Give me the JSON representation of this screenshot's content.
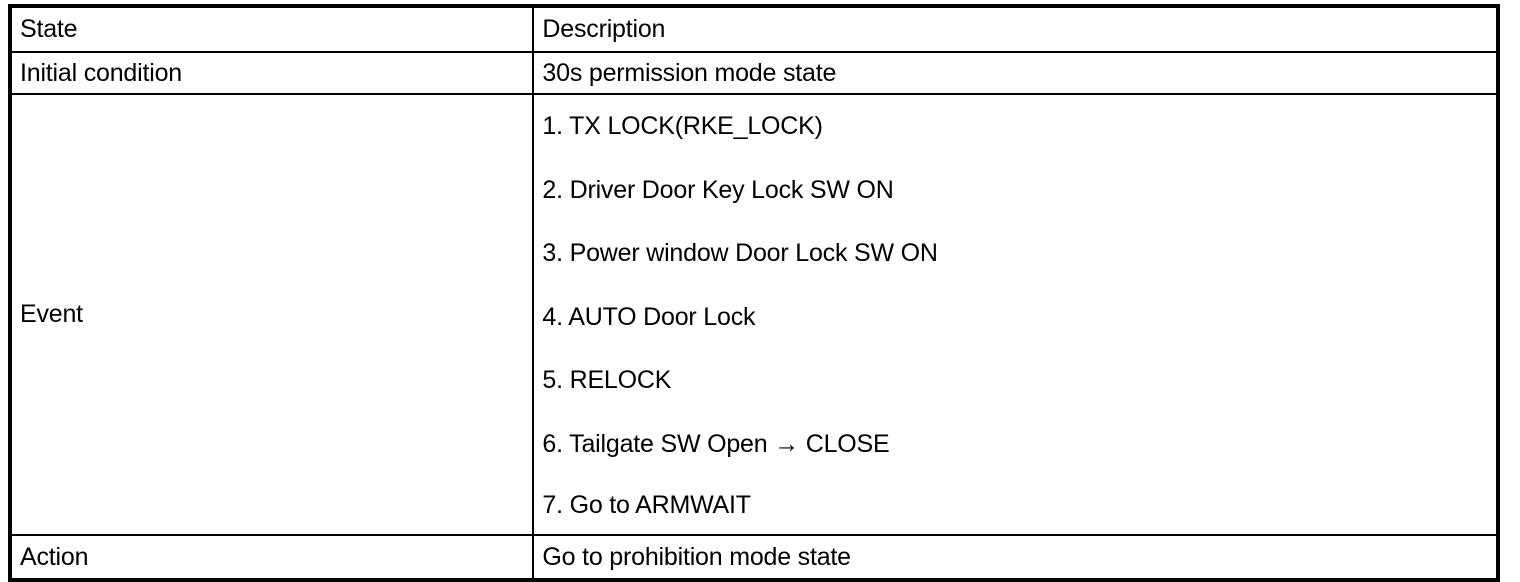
{
  "table": {
    "columns": [
      {
        "key": "state",
        "header": "State"
      },
      {
        "key": "description",
        "header": "Description"
      }
    ],
    "rows": [
      {
        "state": "Initial condition",
        "description": "30s permission mode state"
      },
      {
        "state": "Event",
        "description_items": [
          "1. TX LOCK(RKE_LOCK)",
          "2. Driver Door Key Lock SW ON",
          "3. Power window Door Lock SW ON",
          "4. AUTO Door Lock",
          "5. RELOCK",
          "6. Tailgate SW Open → CLOSE",
          "7. Go to ARMWAIT"
        ]
      },
      {
        "state": "Action",
        "description": "Go to prohibition mode state"
      }
    ]
  },
  "colors": {
    "border": "#000000",
    "text": "#000000",
    "background": "#ffffff"
  }
}
